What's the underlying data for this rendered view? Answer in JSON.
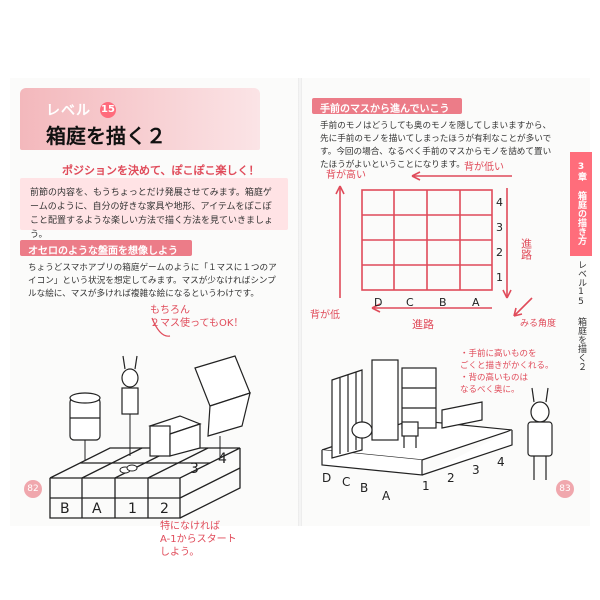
{
  "left_page": {
    "level_label": "レベル",
    "level_number": "15",
    "title": "箱庭を描く２",
    "subtitle": "ポジションを決めて、ぽこぽこ楽しく！",
    "intro": "前節の内容を、もうちょっとだけ発展させてみます。箱庭ゲームのように、自分の好きな家具や地形、アイテムをぽこぽこと配置するような楽しい方法で描く方法を見ていきましょう。",
    "section_title": "オセロのような盤面を想像しよう",
    "section_text": "ちょうどスマホアプリの箱庭ゲームのように「１マスに１つのアイコン」という状況を想定してみます。マスが少なければシンプルな絵に、マスが多ければ複雑な絵になるというわけです。",
    "note_top": "もちろん\n２マス使ってもOK！",
    "note_bottom": "特になければ\nA-1からスタート\nしよう。",
    "grid_letters": [
      "B",
      "A"
    ],
    "grid_numbers": [
      "1",
      "2",
      "3",
      "4"
    ],
    "page_number": "82"
  },
  "right_page": {
    "section_title": "手前のマスから進んでいこう",
    "section_text": "手前のモノはどうしても奥のモノを隠してしまいますから、先に手前のモノを描いてしまったほうが有利なことが多いです。今回の場合、なるべく手前のマスからモノを詰めて置いたほうがよいということになります。",
    "label_back_top": "背が高い",
    "label_back_bottom": "背が低い",
    "label_low": "背が低",
    "label_road_side": "進路",
    "label_road_bottom": "進路",
    "label_view": "みる角度",
    "row_letters": [
      "D",
      "C",
      "B",
      "A"
    ],
    "col_numbers": [
      "4",
      "3",
      "2",
      "1"
    ],
    "note_draw": "・手前に高いものを\nごくと描きがかくれる。\n・背の高いものは\nなるべく奥に。",
    "scene_letters": [
      "D",
      "C",
      "B",
      "A"
    ],
    "scene_numbers": [
      "1",
      "2",
      "3",
      "4"
    ],
    "side_tab_chapter": "3章 箱庭の描き方",
    "side_tab_level": "レベル15 箱庭を描く２",
    "page_number": "83"
  },
  "colors": {
    "accent": "#ec7c88",
    "accent_dark": "#e04b5a",
    "banner": "#f3b8bc",
    "intro_bg": "#ffe3e5"
  }
}
